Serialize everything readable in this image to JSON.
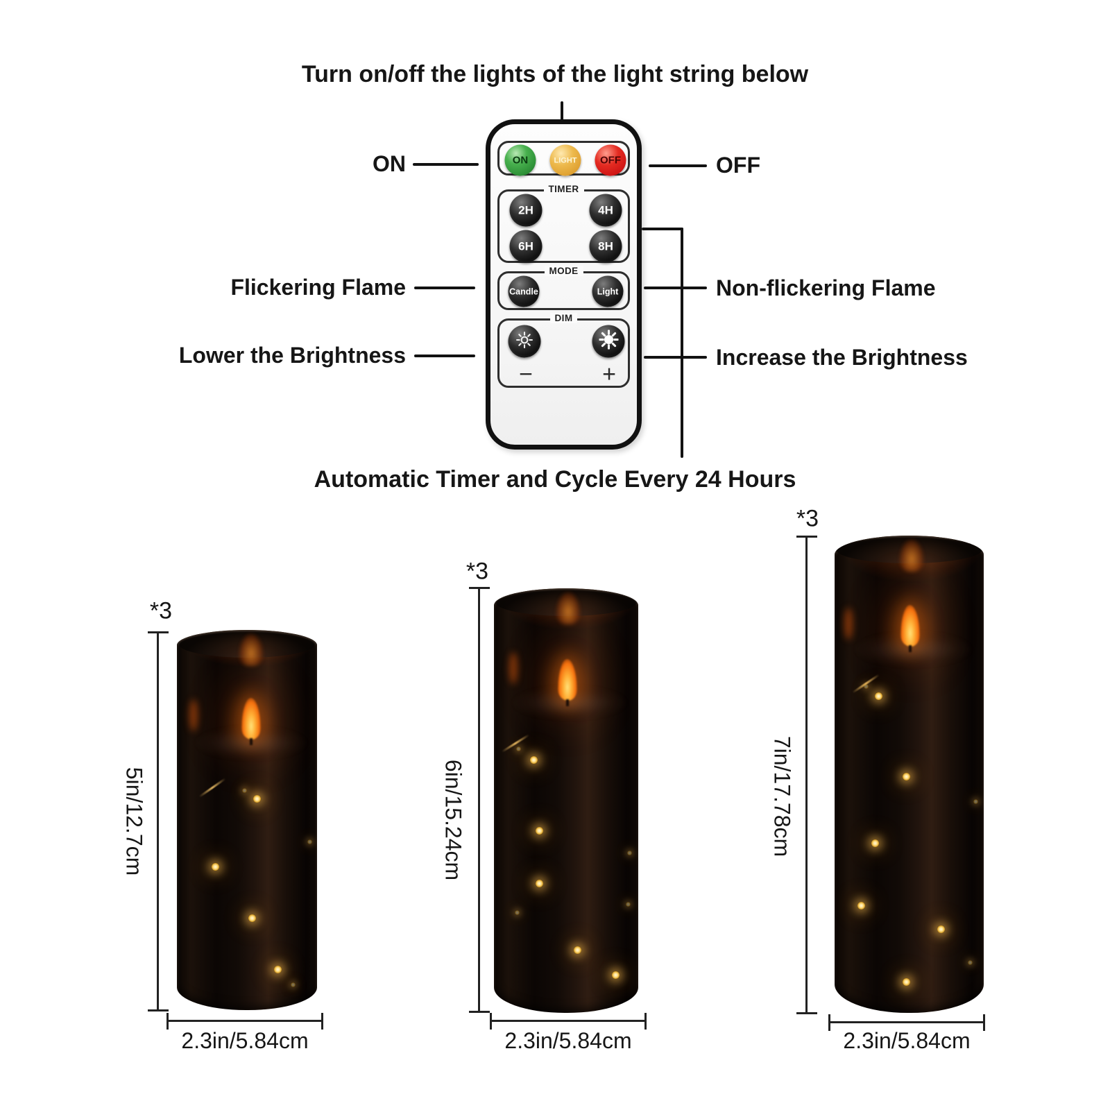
{
  "title": "Turn on/off the lights of the light string below",
  "caption": "Automatic Timer and Cycle Every 24 Hours",
  "callouts": {
    "on": "ON",
    "off": "OFF",
    "flickering": "Flickering Flame",
    "non_flickering": "Non-flickering Flame",
    "lower": "Lower the Brightness",
    "increase": "Increase the Brightness"
  },
  "remote": {
    "power": [
      {
        "label": "ON",
        "color": "#35a13d"
      },
      {
        "label": "LIGHT",
        "color": "#e8b23e"
      },
      {
        "label": "OFF",
        "color": "#e11f1f"
      }
    ],
    "timer": {
      "label": "TIMER",
      "buttons": [
        "2H",
        "4H",
        "6H",
        "8H"
      ]
    },
    "mode": {
      "label": "MODE",
      "buttons": [
        "Candle",
        "Light"
      ]
    },
    "dim": {
      "label": "DIM",
      "icons": [
        "dim-sun-icon",
        "bright-sun-icon"
      ],
      "minus": "−",
      "plus": "+"
    }
  },
  "candles": [
    {
      "qty": "*3",
      "height_label": "5in/12.7cm",
      "width_label": "2.3in/5.84cm"
    },
    {
      "qty": "*3",
      "height_label": "6in/15.24cm",
      "width_label": "2.3in/5.84cm"
    },
    {
      "qty": "*3",
      "height_label": "7in/17.78cm",
      "width_label": "2.3in/5.84cm"
    }
  ],
  "colors": {
    "flame": "#ff8a1e",
    "string_light_glow": "#ffd978",
    "remote_body": "#fbfbfb",
    "line": "#121212"
  }
}
